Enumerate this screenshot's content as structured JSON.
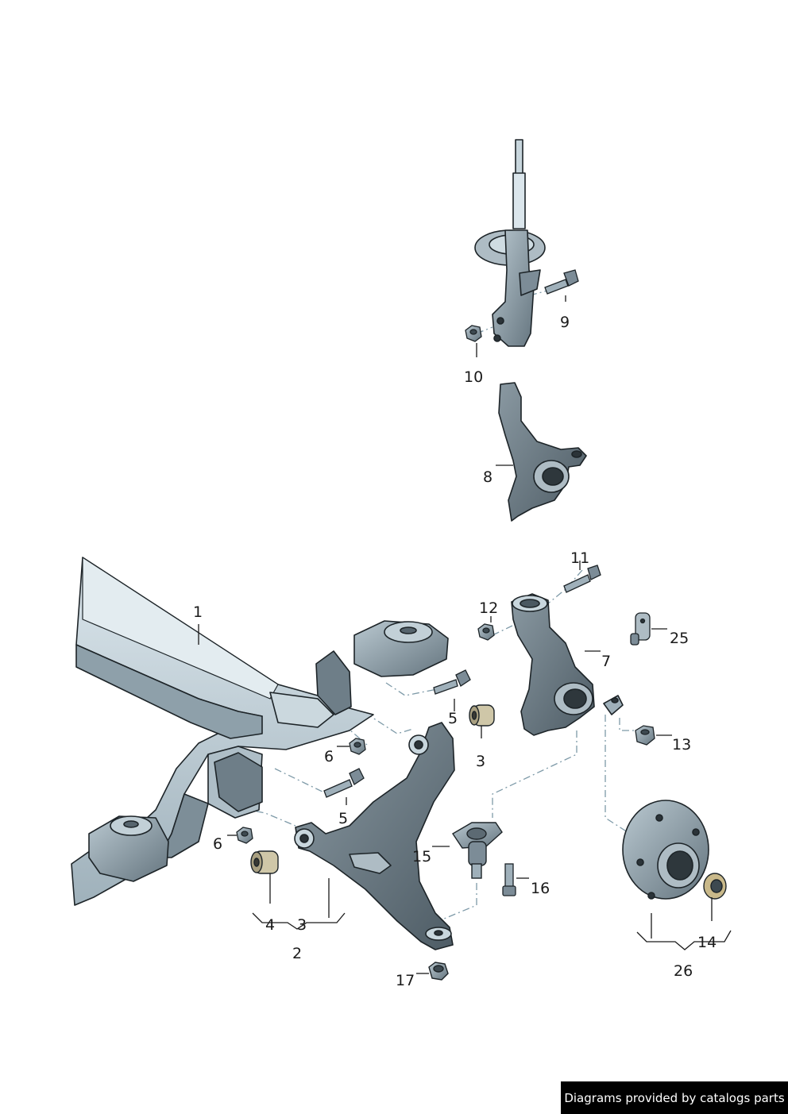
{
  "labels": {
    "p1": "1",
    "p2": "2",
    "p3a": "3",
    "p3b": "3",
    "p4": "4",
    "p5a": "5",
    "p5b": "5",
    "p6a": "6",
    "p6b": "6",
    "p7": "7",
    "p8": "8",
    "p9": "9",
    "p10": "10",
    "p11": "11",
    "p12": "12",
    "p13": "13",
    "p14": "14",
    "p15": "15",
    "p16": "16",
    "p17": "17",
    "p25": "25",
    "p26": "26"
  },
  "credit": "Diagrams provided by catalogs parts",
  "colors": {
    "part_fill": "#7c8c97",
    "part_light": "#c8d6dd",
    "part_shadow": "#4a5861",
    "outline": "#1d2428",
    "leader": "#1a1a1a",
    "dashed": "#7e9aa8"
  }
}
